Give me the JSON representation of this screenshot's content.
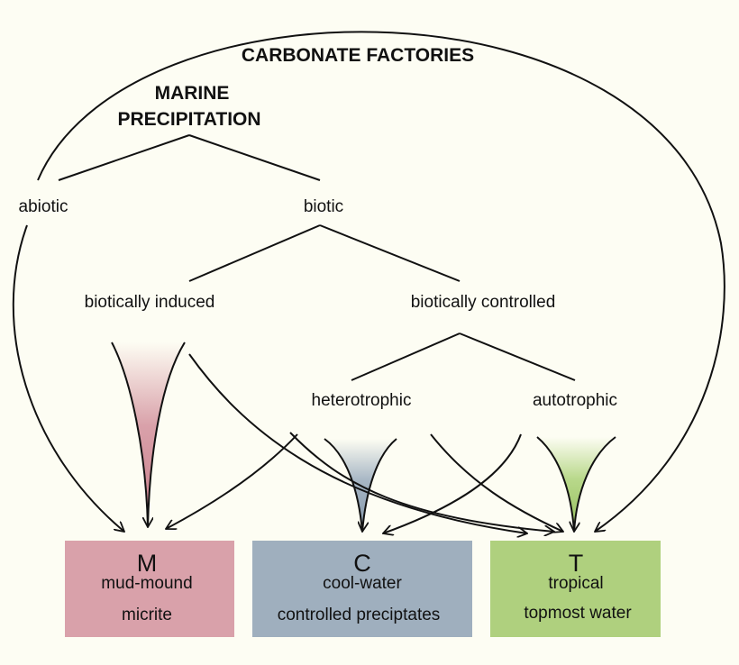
{
  "title": "CARBONATE FACTORIES",
  "subtitle_line1": "MARINE",
  "subtitle_line2": "PRECIPITATION",
  "nodes": {
    "abiotic": "abiotic",
    "biotic": "biotic",
    "induced": "biotically induced",
    "controlled": "biotically controlled",
    "heterotrophic": "heterotrophic",
    "autotrophic": "autotrophic"
  },
  "boxes": {
    "m": {
      "letter": "M",
      "line1": "mud-mound",
      "line2": "micrite",
      "color": "#d9a1aa"
    },
    "c": {
      "letter": "C",
      "line1": "cool-water",
      "line2": "controlled preciptates",
      "color": "#9fafbe"
    },
    "t": {
      "letter": "T",
      "line1": "tropical",
      "line2": "topmost water",
      "color": "#afd07e"
    }
  },
  "colors": {
    "background": "#fdfdf3",
    "ink": "#111111"
  }
}
